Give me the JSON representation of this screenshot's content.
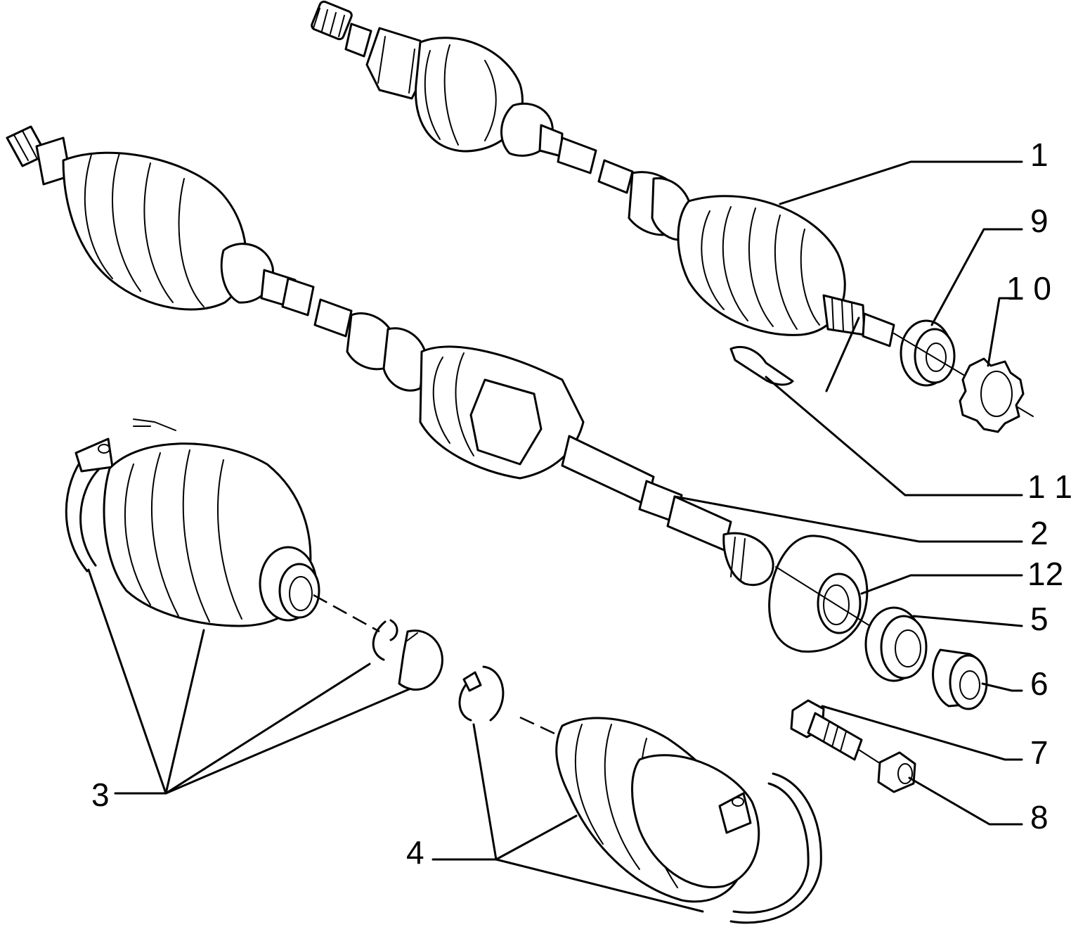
{
  "callouts": [
    {
      "id": "1",
      "label": "1"
    },
    {
      "id": "9",
      "label": "9"
    },
    {
      "id": "10",
      "label": "1 0"
    },
    {
      "id": "11",
      "label": "1 1"
    },
    {
      "id": "2",
      "label": "2"
    },
    {
      "id": "12",
      "label": "12"
    },
    {
      "id": "5",
      "label": "5"
    },
    {
      "id": "6",
      "label": "6"
    },
    {
      "id": "7",
      "label": "7"
    },
    {
      "id": "8",
      "label": "8"
    },
    {
      "id": "3",
      "label": "3"
    },
    {
      "id": "4",
      "label": "4"
    }
  ]
}
